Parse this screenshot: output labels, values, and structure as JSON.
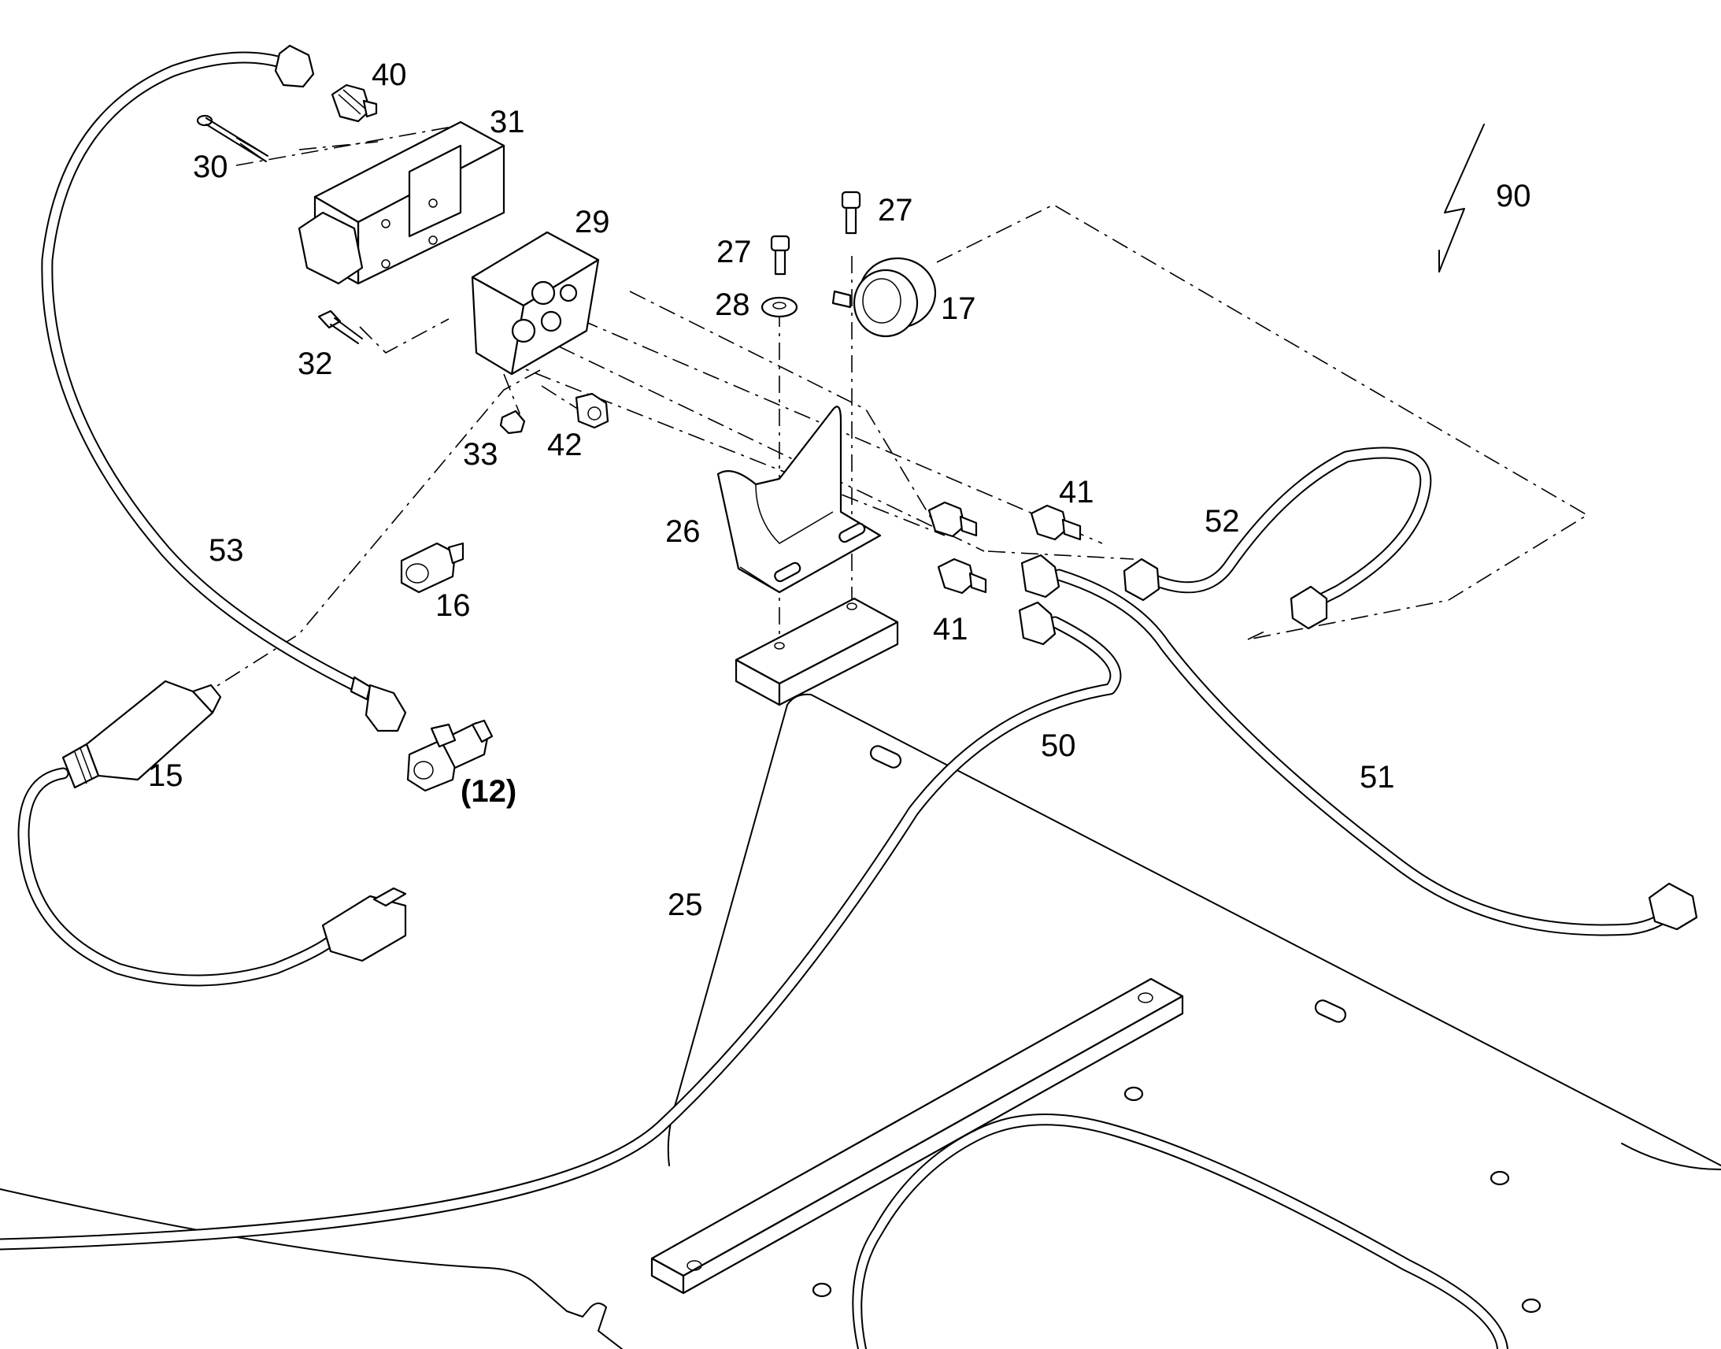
{
  "diagram": {
    "callouts": [
      {
        "id": "40",
        "label": "40"
      },
      {
        "id": "31",
        "label": "31"
      },
      {
        "id": "30",
        "label": "30"
      },
      {
        "id": "29",
        "label": "29"
      },
      {
        "id": "27a",
        "label": "27"
      },
      {
        "id": "27b",
        "label": "27"
      },
      {
        "id": "90",
        "label": "90"
      },
      {
        "id": "28",
        "label": "28"
      },
      {
        "id": "17",
        "label": "17"
      },
      {
        "id": "32",
        "label": "32"
      },
      {
        "id": "33",
        "label": "33"
      },
      {
        "id": "42",
        "label": "42"
      },
      {
        "id": "41a",
        "label": "41"
      },
      {
        "id": "52",
        "label": "52"
      },
      {
        "id": "26",
        "label": "26"
      },
      {
        "id": "53",
        "label": "53"
      },
      {
        "id": "16",
        "label": "16"
      },
      {
        "id": "41b",
        "label": "41"
      },
      {
        "id": "50",
        "label": "50"
      },
      {
        "id": "15",
        "label": "15"
      },
      {
        "id": "12",
        "label": "(12)"
      },
      {
        "id": "51",
        "label": "51"
      },
      {
        "id": "25",
        "label": "25"
      }
    ]
  }
}
